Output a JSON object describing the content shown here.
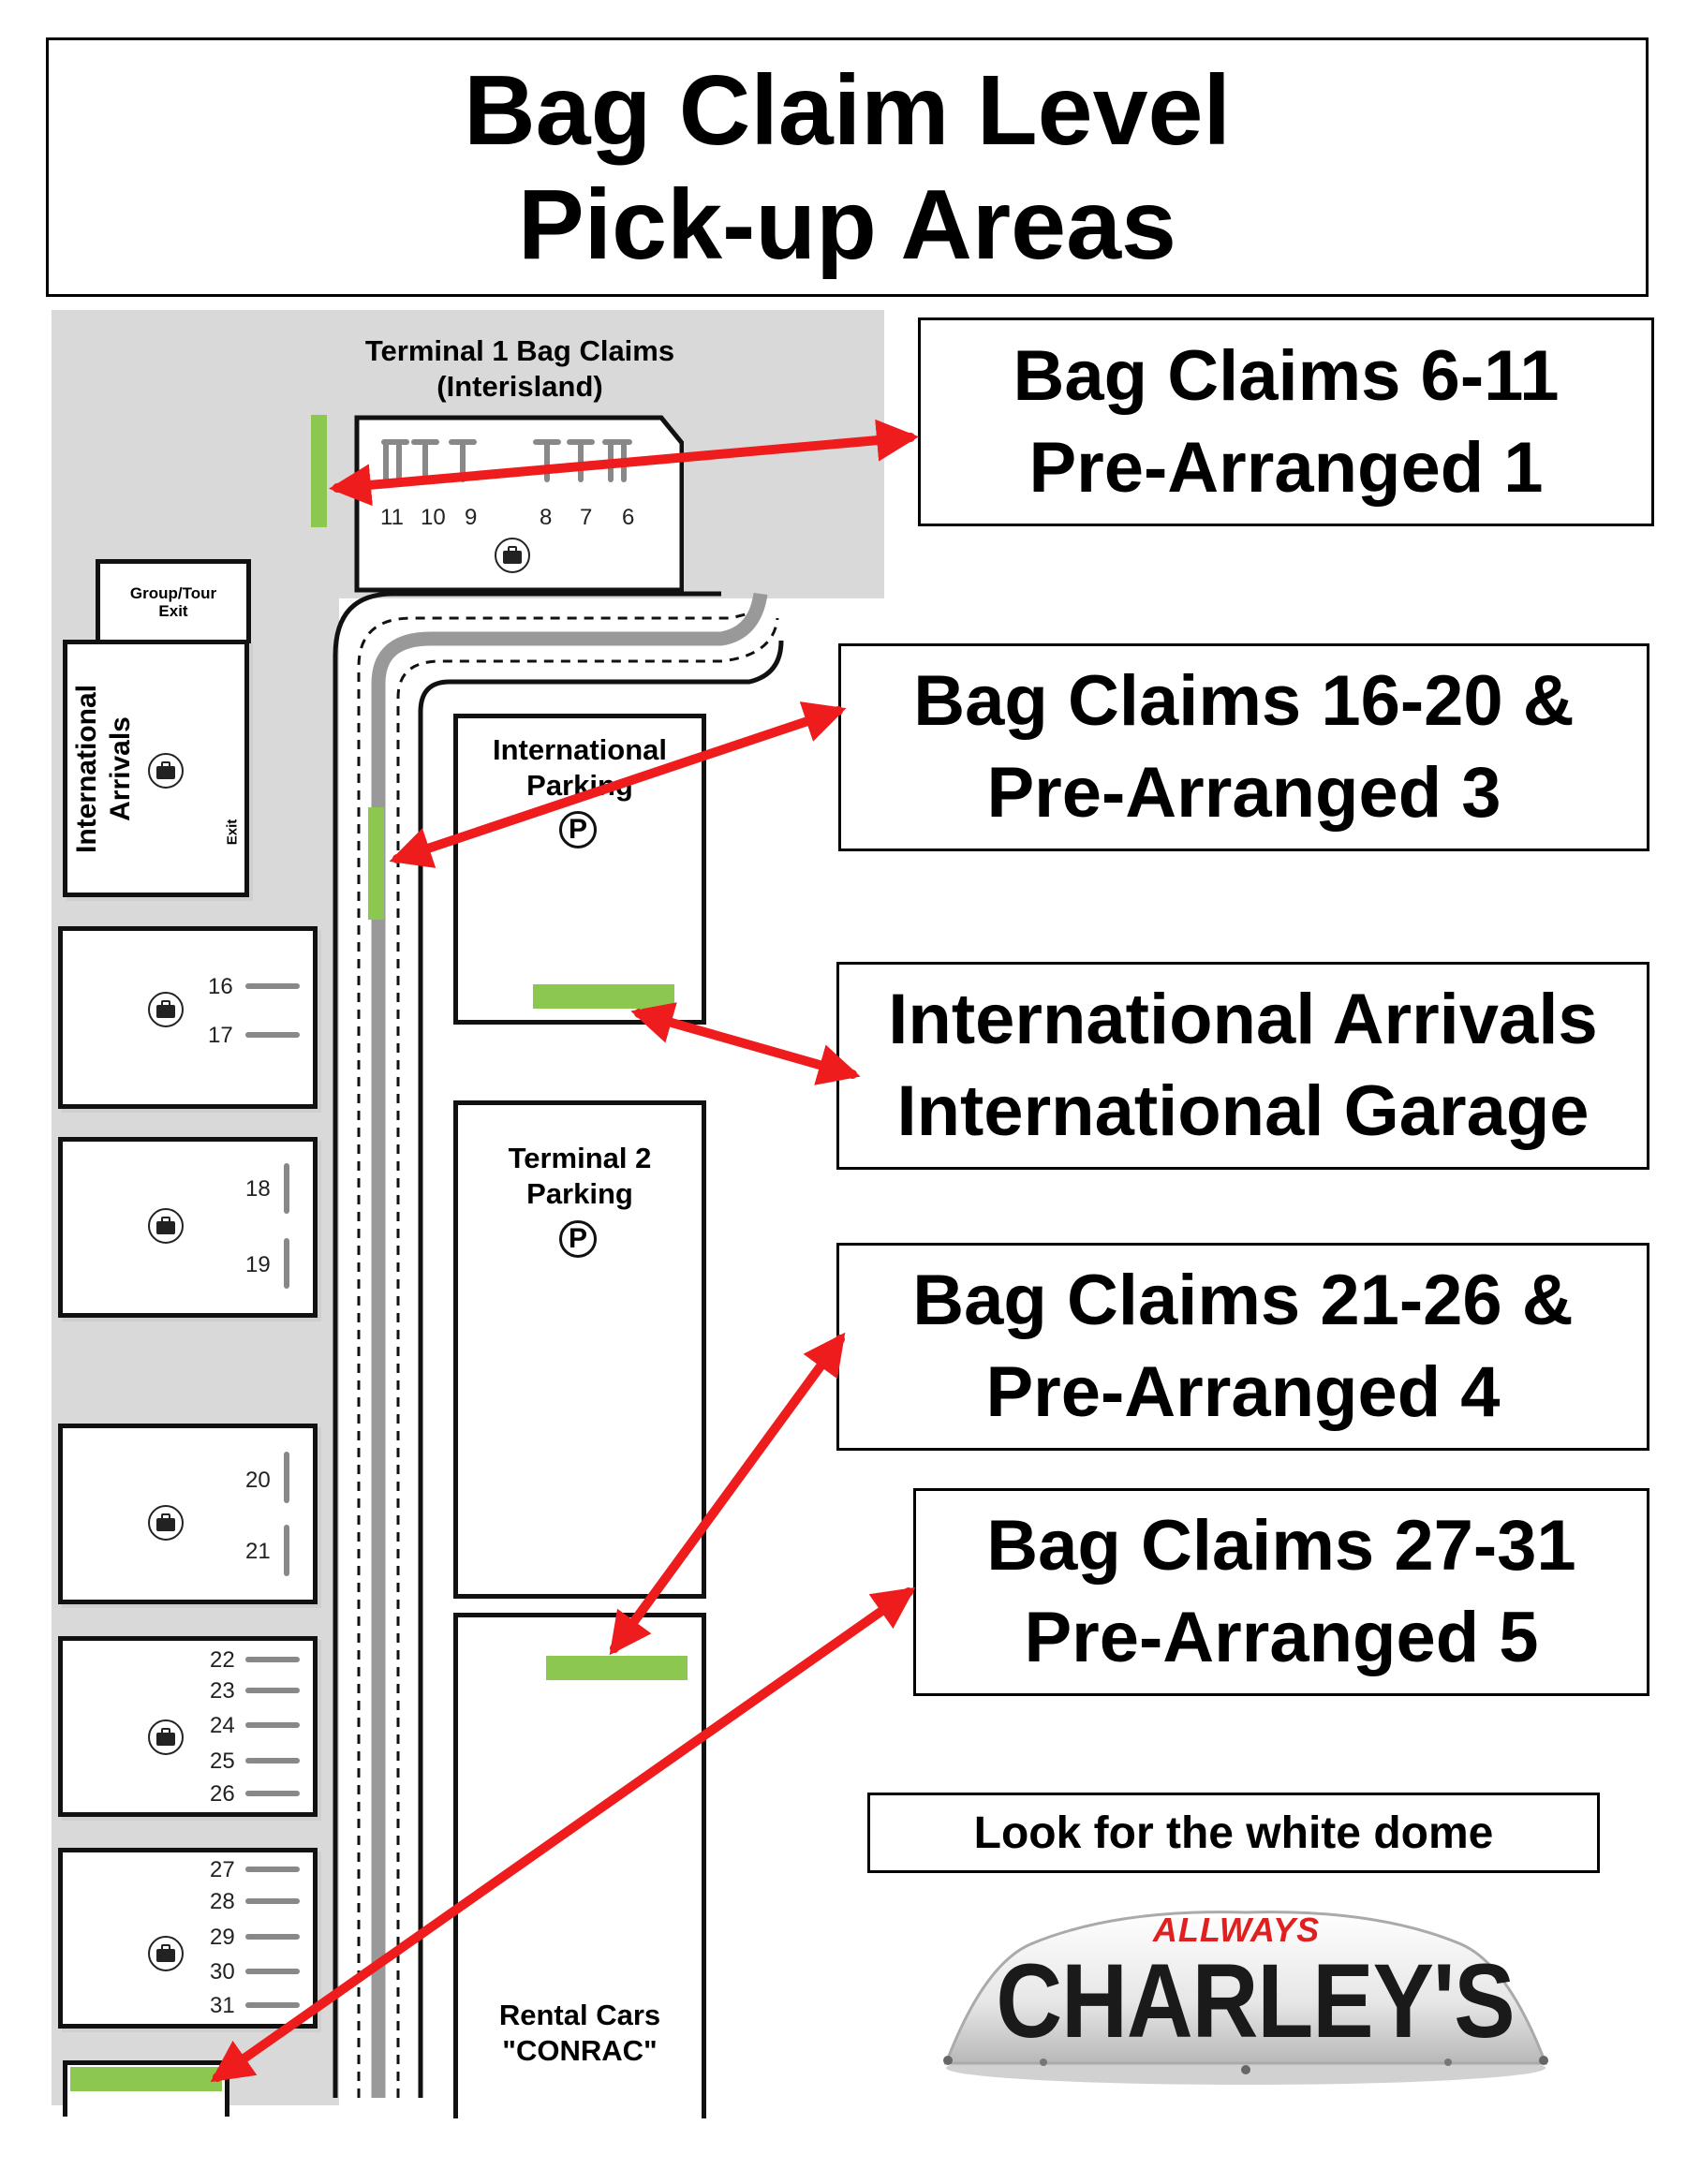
{
  "title": {
    "line1": "Bag Claim Level",
    "line2": "Pick-up Areas"
  },
  "callouts": [
    {
      "line1": "Bag Claims 6-11",
      "line2": "Pre-Arranged 1"
    },
    {
      "line1": "Bag Claims 16-20 &",
      "line2": "Pre-Arranged 3"
    },
    {
      "line1": "International Arrivals",
      "line2": "International Garage"
    },
    {
      "line1": "Bag Claims 21-26 &",
      "line2": "Pre-Arranged 4"
    },
    {
      "line1": "Bag Claims 27-31",
      "line2": "Pre-Arranged 5"
    }
  ],
  "map": {
    "terminal1": {
      "line1": "Terminal 1 Bag Claims",
      "line2": "(Interisland)",
      "claims": [
        "11",
        "10",
        "9",
        "8",
        "7",
        "6"
      ]
    },
    "group_tour_exit": {
      "line1": "Group/Tour",
      "line2": "Exit"
    },
    "intl_arrivals": {
      "line1": "International",
      "line2": "Arrivals",
      "exit": "Exit"
    },
    "intl_parking": {
      "line1": "International",
      "line2": "Parking",
      "parking_symbol": "P"
    },
    "t2_parking": {
      "line1": "Terminal 2",
      "line2": "Parking",
      "parking_symbol": "P"
    },
    "rental_cars": {
      "line1": "Rental Cars",
      "line2": "\"CONRAC\""
    },
    "claims_a": [
      "16",
      "17"
    ],
    "claims_b": [
      "18",
      "19"
    ],
    "claims_c": [
      "20",
      "21"
    ],
    "claims_d": [
      "22",
      "23",
      "24",
      "25",
      "26"
    ],
    "claims_e": [
      "27",
      "28",
      "29",
      "30",
      "31"
    ]
  },
  "note": "Look for the white dome",
  "dome": {
    "small_text": "ALLWAYS",
    "big_text": "CHARLEY'S"
  },
  "colors": {
    "arrow": "#ee1c1c",
    "pickup_zone": "#8cc850",
    "map_gray": "#d9d9d9"
  }
}
